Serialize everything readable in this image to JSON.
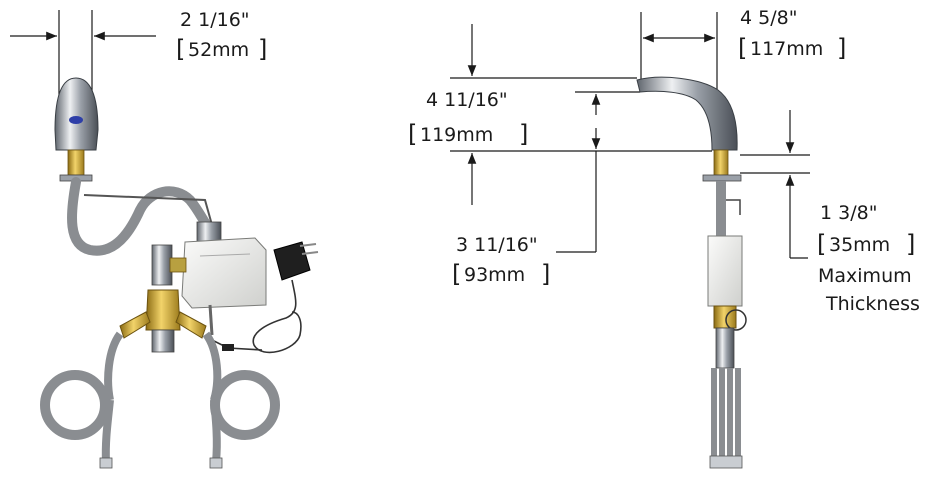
{
  "dimensions": {
    "spout_width": {
      "fraction": "2 1/16\"",
      "metric": "52mm"
    },
    "reach": {
      "fraction": "4 5/8\"",
      "metric": "117mm"
    },
    "overall_height": {
      "fraction": "4 11/16\"",
      "metric": "119mm"
    },
    "spout_clearance": {
      "fraction": "3 11/16\"",
      "metric": "93mm"
    },
    "deck_thickness": {
      "fraction": "1 3/8\"",
      "metric": "35mm",
      "note_line1": "Maximum",
      "note_line2": "Thickness"
    }
  },
  "colors": {
    "chrome": "#9aa0a8",
    "brass": "#c9a227",
    "hose": "#8a8d91",
    "box": "#e8e8e6",
    "line": "#1a1a1a",
    "sensor": "#2e3fa8"
  }
}
